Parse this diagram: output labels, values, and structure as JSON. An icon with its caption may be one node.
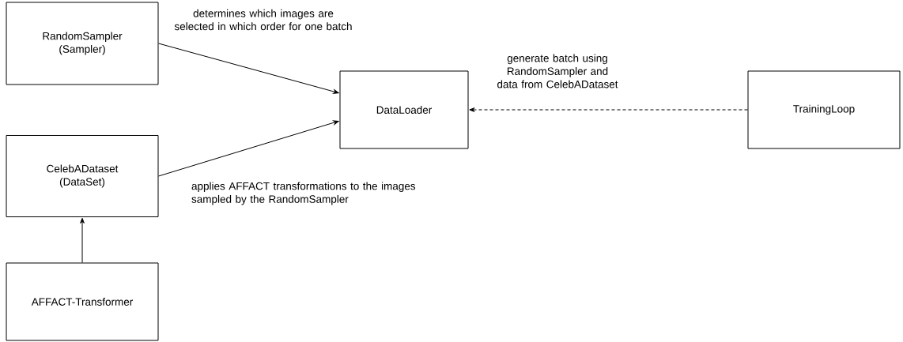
{
  "diagram": {
    "nodes": [
      {
        "text": [
          "RandomSampler (Sampler)"
        ]
      },
      {
        "text": [
          "CelebADataset (DataSet)"
        ]
      },
      {
        "text": [
          "AFFACT-Transformer"
        ]
      },
      {
        "text": [
          "DataLoader"
        ]
      },
      {
        "text": [
          "TrainingLoop"
        ]
      }
    ],
    "edges": [
      {
        "from": 0,
        "to": 3,
        "arrow": "to",
        "label": "determines which images are selected in which order for one batch"
      },
      {
        "from": 1,
        "to": 3,
        "arrow": "to",
        "label": "applies AFFACT transformations to the images sampled by the RandomSampler"
      },
      {
        "from": 4,
        "to": 3,
        "arrow": "to",
        "style": "dashed",
        "label": "generate batch using RandomSampler and data from CelebADataset"
      },
      {
        "from": 2,
        "to": 1,
        "arrow": "to"
      }
    ]
  }
}
